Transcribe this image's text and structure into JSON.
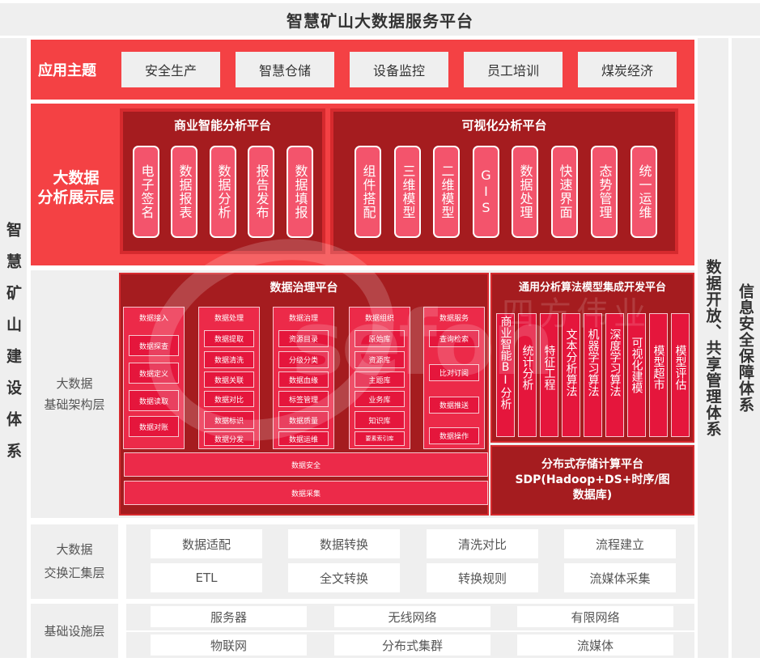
{
  "title": "智慧矿山大数据服务平台",
  "left_system": "智慧矿山建设体系",
  "right_systems": [
    "数据开放、共享管理体系",
    "信息安全保障体系"
  ],
  "app_theme": {
    "label": "应用主题",
    "items": [
      "安全生产",
      "智慧仓储",
      "设备监控",
      "员工培训",
      "煤炭经济"
    ]
  },
  "analysis_layer": {
    "label_line1": "大数据",
    "label_line2": "分析展示层",
    "bi_platform": {
      "title": "商业智能分析平台",
      "items": [
        "电子签名",
        "数据报表",
        "数据分析",
        "报告发布",
        "数据填报"
      ]
    },
    "viz_platform": {
      "title": "可视化分析平台",
      "items": [
        "组件搭配",
        "三维模型",
        "二维模型",
        "GIS",
        "数据处理",
        "快速界面",
        "态势管理",
        "统一运维"
      ]
    }
  },
  "infra_layer": {
    "label_line1": "大数据",
    "label_line2": "基础架构层",
    "governance_platform": {
      "title": "数据治理平台",
      "columns": [
        {
          "title": "数据接入",
          "items": [
            "数据探查",
            "数据定义",
            "数据读取",
            "数据对账"
          ]
        },
        {
          "title": "数据处理",
          "items": [
            "数据提取",
            "数据清洗",
            "数据关联",
            "数据对比",
            "数据标识",
            "数据分发"
          ]
        },
        {
          "title": "数据治理",
          "items": [
            "资源目录",
            "分级分类",
            "数据血缘",
            "标签管理",
            "数据质量",
            "数据运维"
          ]
        },
        {
          "title": "数据组织",
          "items": [
            "原始库",
            "资源库",
            "主题库",
            "业务库",
            "知识库",
            "要素索引库"
          ]
        },
        {
          "title": "数据服务",
          "items": [
            "查询检索",
            "比对订阅",
            "数据推送",
            "数据操作"
          ]
        }
      ],
      "bars": [
        "数据安全",
        "数据采集"
      ]
    },
    "algorithm_platform": {
      "title": "通用分析算法模型集成开发平台",
      "items": [
        "商业智能BI分析",
        "统计分析",
        "特征工程",
        "文本分析算法",
        "机器学习算法",
        "深度学习算法",
        "可视化建模",
        "模型超市",
        "模型评估"
      ]
    },
    "storage_platform": {
      "line1": "分布式存储计算平台",
      "line2": "SDP(Hadoop+DS+时序/图",
      "line3": "数据库)"
    }
  },
  "exchange_layer": {
    "label_line1": "大数据",
    "label_line2": "交换汇集层",
    "rows": [
      [
        "数据适配",
        "数据转换",
        "清洗对比",
        "流程建立"
      ],
      [
        "ETL",
        "全文转换",
        "转换规则",
        "流媒体采集"
      ]
    ]
  },
  "base_layer": {
    "label": "基础设施层",
    "rows": [
      [
        "服务器",
        "无线网络",
        "有限网络"
      ],
      [
        "物联网",
        "分布式集群",
        "流媒体"
      ]
    ]
  },
  "watermark": {
    "text": "sefon",
    "cn": "四方伟业"
  },
  "colors": {
    "bright_red": "#f44144",
    "dark_red": "#a51c1f",
    "pill_pink": "#f3546c",
    "item_red": "#e5163c",
    "panel_gray": "#efefef"
  }
}
